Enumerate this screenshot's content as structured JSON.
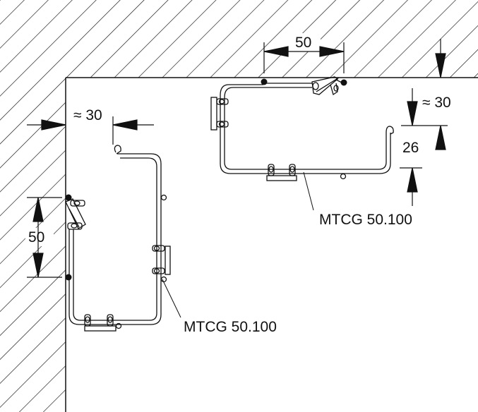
{
  "drawing": {
    "colors": {
      "stroke": "#111111",
      "hatch": "#111111",
      "background": "#ffffff"
    },
    "top_assembly": {
      "dim_width": "50",
      "dim_offset": "≈ 30",
      "dim_height": "26",
      "label": "MTCG 50.100"
    },
    "left_assembly": {
      "dim_offset": "≈ 30",
      "dim_height": "50",
      "label": "MTCG 50.100"
    }
  }
}
